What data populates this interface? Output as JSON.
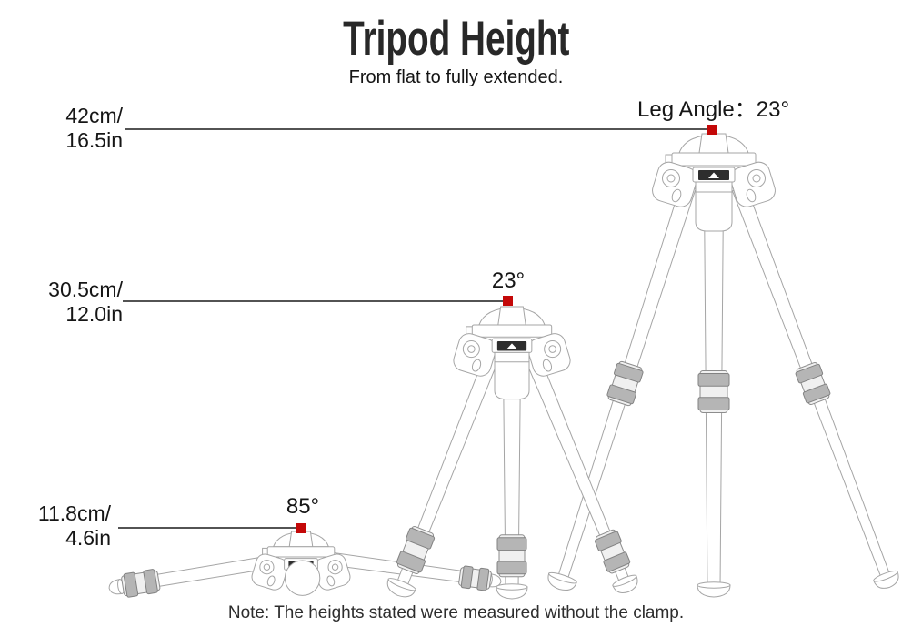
{
  "header": {
    "title": "Tripod Height",
    "subtitle": "From flat to fully extended."
  },
  "leg_angle": {
    "label": "Leg Angle：23°"
  },
  "tripods": [
    {
      "id": "extended",
      "height_metric": "42cm/",
      "height_imperial": "16.5in",
      "angle": ""
    },
    {
      "id": "half",
      "height_metric": "30.5cm/",
      "height_imperial": "12.0in",
      "angle": "23°"
    },
    {
      "id": "flat",
      "height_metric": "11.8cm/",
      "height_imperial": "4.6in",
      "angle": "85°"
    }
  ],
  "note": "Note: The heights stated were measured without the clamp.",
  "colors": {
    "marker_red": "#c40808",
    "leader_line": "#1a1a1a",
    "line_art": "#a5a5a5",
    "text": "#1c1c1c"
  }
}
